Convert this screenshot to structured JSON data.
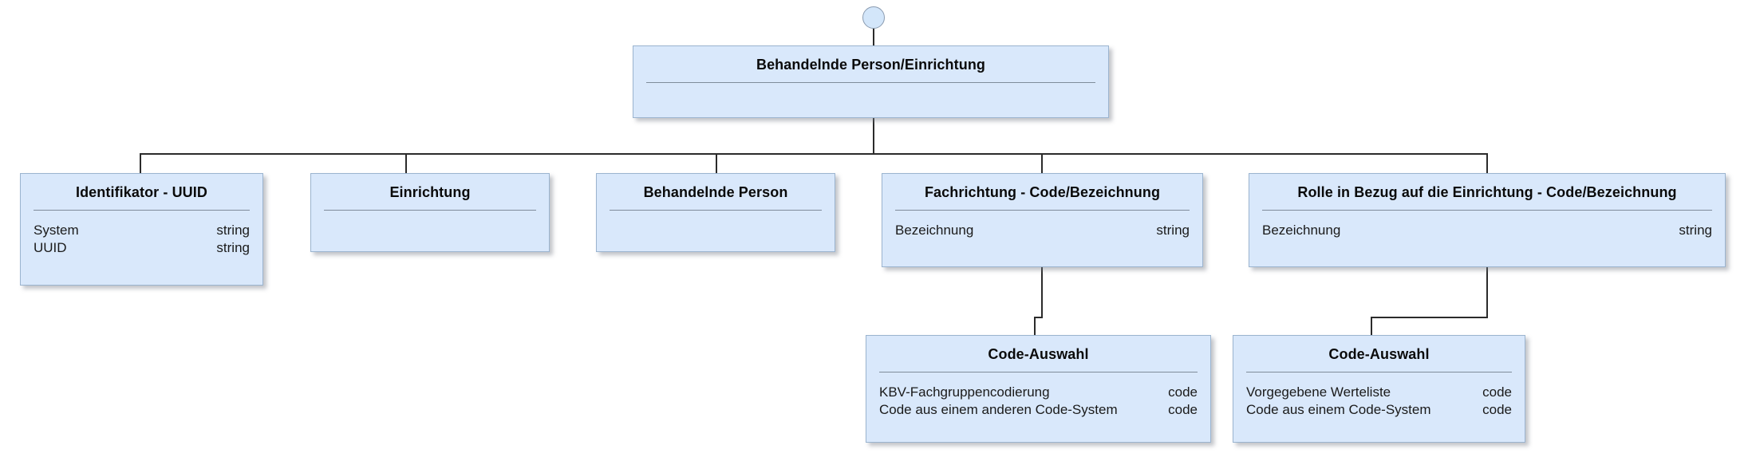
{
  "diagram": {
    "title": "Behandelnde Person/Einrichtung",
    "type": "uml-class-tree",
    "start_node": {
      "name": "start-node",
      "shape": "circle"
    },
    "nodes": [
      {
        "id": "root",
        "title": "Behandelnde Person/Einrichtung",
        "attributes": []
      },
      {
        "id": "identifikator",
        "title": "Identifikator - UUID",
        "attributes": [
          {
            "name": "System",
            "type": "string"
          },
          {
            "name": "UUID",
            "type": "string"
          }
        ]
      },
      {
        "id": "einrichtung",
        "title": "Einrichtung",
        "attributes": []
      },
      {
        "id": "behandelnde-person",
        "title": "Behandelnde Person",
        "attributes": []
      },
      {
        "id": "fachrichtung",
        "title": "Fachrichtung - Code/Bezeichnung",
        "attributes": [
          {
            "name": "Bezeichnung",
            "type": "string"
          }
        ]
      },
      {
        "id": "rolle",
        "title": "Rolle in Bezug auf die Einrichtung - Code/Bezeichnung",
        "attributes": [
          {
            "name": "Bezeichnung",
            "type": "string"
          }
        ]
      },
      {
        "id": "code-auswahl-fachrichtung",
        "title": "Code-Auswahl",
        "attributes": [
          {
            "name": "KBV-Fachgruppencodierung",
            "type": "code"
          },
          {
            "name": "Code aus einem anderen Code-System",
            "type": "code"
          }
        ]
      },
      {
        "id": "code-auswahl-rolle",
        "title": "Code-Auswahl",
        "attributes": [
          {
            "name": "Vorgegebene Werteliste",
            "type": "code"
          },
          {
            "name": "Code aus einem Code-System",
            "type": "code"
          }
        ]
      }
    ],
    "colors": {
      "node_fill": "#d9e8fb",
      "node_border": "#9bb4cf",
      "connector": "#2b2b2b",
      "separator": "#7f8c9b",
      "text": "#0a0a0a",
      "background": "#ffffff"
    }
  }
}
